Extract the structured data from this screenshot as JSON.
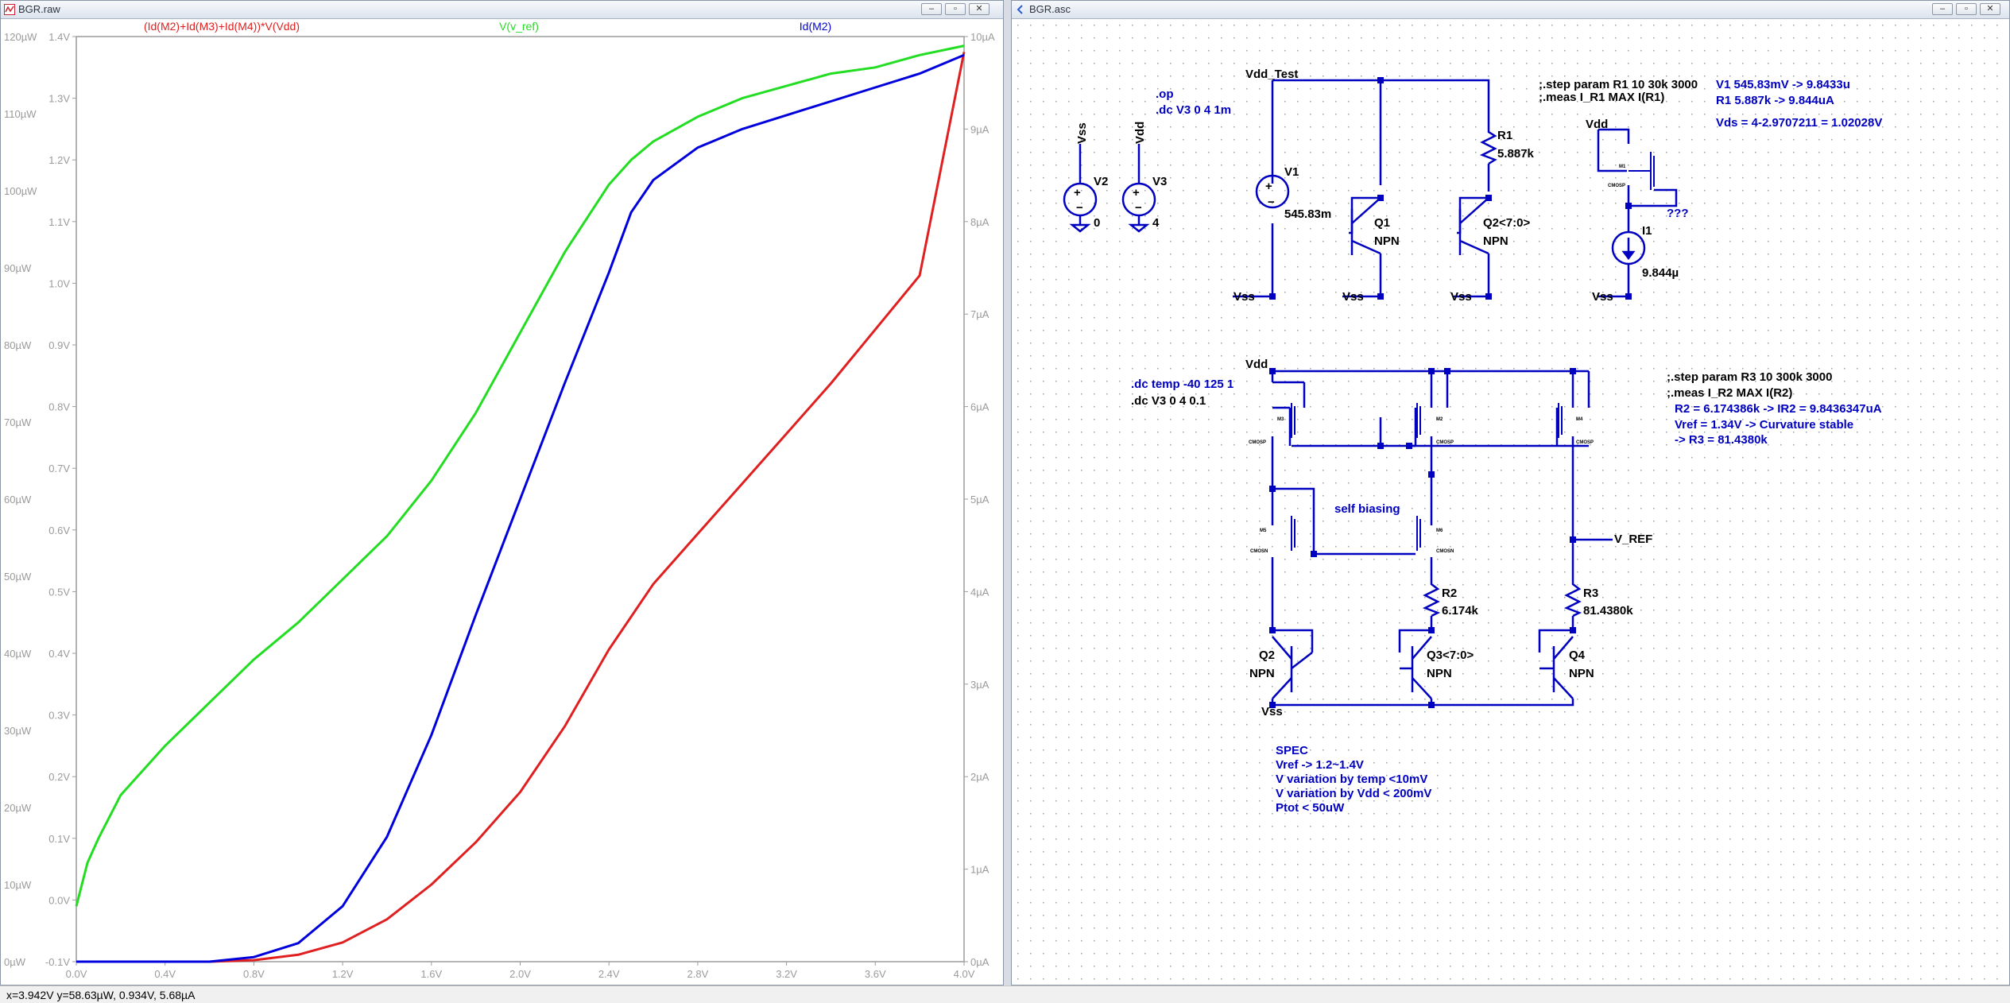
{
  "waveform_window": {
    "title": "BGR.raw",
    "buttons": {
      "minimize": "–",
      "maximize": "▫",
      "close": "✕"
    },
    "legend": [
      {
        "label": "(Id(M2)+Id(M3)+Id(M4))*V(Vdd)",
        "color": "#e02020"
      },
      {
        "label": "V(v_ref)",
        "color": "#22dd22"
      },
      {
        "label": "Id(M2)",
        "color": "#0000dd"
      }
    ]
  },
  "schematic_window": {
    "title": "BGR.asc",
    "buttons": {
      "minimize": "–",
      "maximize": "▫",
      "close": "✕"
    },
    "labels": {
      "vdd_test": "Vdd_Test",
      "op": ".op",
      "dc1": ".dc V3 0 4 1m",
      "vss_top": "Vss",
      "vdd_top": "Vdd",
      "v2": "V2",
      "v2_val": "0",
      "v3": "V3",
      "v3_val": "4",
      "v1": "V1",
      "v1_val": "545.83m",
      "q1": "Q1",
      "q1_type": "NPN",
      "r1": "R1",
      "r1_val": "5.887k",
      "q2top": "Q2<7:0>",
      "q2top_type": "NPN",
      "vss_a": "Vss",
      "vss_b": "Vss",
      "vss_c": "Vss",
      "step1": ";.step param R1 10 30k 3000",
      "meas1": ";.meas I_R1 MAX I(R1)",
      "note1a": "V1 545.83mV -> 9.8433u",
      "note1b": "R1 5.887k -> 9.844uA",
      "note1c": "Vds = 4-2.9707211 = 1.02028V",
      "vdd_m1": "Vdd",
      "m1": "M1",
      "cmosp1": "CMOSP",
      "qqq": "???",
      "i1": "I1",
      "i1_val": "9.844µ",
      "vss_i1": "Vss",
      "dc_temp": ".dc temp -40 125 1",
      "dc2": ".dc V3 0 4 0.1",
      "vdd_bgr": "Vdd",
      "m3": "M3",
      "m2": "M2",
      "m4": "M4",
      "m5": "M5",
      "m6": "M6",
      "cmosp": "CMOSP",
      "cmosn": "CMOSN",
      "self_bias": "self biasing",
      "v_ref": "V_REF",
      "r2": "R2",
      "r2_val": "6.174k",
      "r3": "R3",
      "r3_val": "81.4380k",
      "q2": "Q2",
      "q3": "Q3<7:0>",
      "q4": "Q4",
      "npn": "NPN",
      "vss_bgr": "Vss",
      "step2": ";.step param R3 10 300k 3000",
      "meas2": ";.meas I_R2 MAX I(R2)",
      "note2a": "R2 = 6.174386k -> IR2 = 9.8436347uA",
      "note2b": "Vref = 1.34V -> Curvature stable",
      "note2c": "-> R3 = 81.4380k",
      "spec": "SPEC",
      "spec1": "Vref -> 1.2~1.4V",
      "spec2": "V variation by temp <10mV",
      "spec3": "V variation by Vdd < 200mV",
      "spec4": "Ptot < 50uW"
    }
  },
  "status_bar": {
    "text": "x=3.942V   y=58.63µW, 0.934V, 5.68µA"
  },
  "chart_data": {
    "type": "line",
    "xlabel": "",
    "x_ticks": [
      "0.0V",
      "0.4V",
      "0.8V",
      "1.2V",
      "1.6V",
      "2.0V",
      "2.4V",
      "2.8V",
      "3.2V",
      "3.6V",
      "4.0V"
    ],
    "xlim": [
      0,
      4
    ],
    "left_axis_power_ticks": [
      "0µW",
      "10µW",
      "20µW",
      "30µW",
      "40µW",
      "50µW",
      "60µW",
      "70µW",
      "80µW",
      "90µW",
      "100µW",
      "110µW",
      "120µW"
    ],
    "left_axis_power_lim": [
      0,
      120
    ],
    "left_axis_voltage_ticks": [
      "-0.1V",
      "0.0V",
      "0.1V",
      "0.2V",
      "0.3V",
      "0.4V",
      "0.5V",
      "0.6V",
      "0.7V",
      "0.8V",
      "0.9V",
      "1.0V",
      "1.1V",
      "1.2V",
      "1.3V",
      "1.4V"
    ],
    "left_axis_voltage_lim": [
      -0.1,
      1.4
    ],
    "right_axis_ticks": [
      "0µA",
      "1µA",
      "2µA",
      "3µA",
      "4µA",
      "5µA",
      "6µA",
      "7µA",
      "8µA",
      "9µA",
      "10µA"
    ],
    "right_axis_lim": [
      0,
      10
    ],
    "series": [
      {
        "name": "(Id(M2)+Id(M3)+Id(M4))*V(Vdd)",
        "axis": "power",
        "color": "#e02020",
        "x": [
          0,
          0.6,
          0.8,
          1.0,
          1.2,
          1.4,
          1.6,
          1.8,
          2.0,
          2.2,
          2.4,
          2.6,
          2.8,
          3.0,
          3.2,
          3.4,
          3.6,
          3.8,
          4.0
        ],
        "y": [
          0,
          0,
          0.2,
          0.9,
          2.5,
          5.5,
          10,
          15.5,
          22,
          30.5,
          40.5,
          49,
          55.5,
          62,
          68.5,
          75,
          82,
          89,
          118
        ]
      },
      {
        "name": "V(v_ref)",
        "axis": "voltage",
        "color": "#22dd22",
        "x": [
          0,
          0.05,
          0.1,
          0.2,
          0.4,
          0.6,
          0.8,
          1.0,
          1.2,
          1.4,
          1.6,
          1.8,
          2.0,
          2.2,
          2.4,
          2.5,
          2.6,
          2.8,
          3.0,
          3.2,
          3.4,
          3.6,
          3.8,
          4.0
        ],
        "y": [
          -0.01,
          0.06,
          0.1,
          0.17,
          0.25,
          0.32,
          0.39,
          0.45,
          0.52,
          0.59,
          0.68,
          0.79,
          0.92,
          1.05,
          1.16,
          1.2,
          1.23,
          1.27,
          1.3,
          1.32,
          1.34,
          1.35,
          1.37,
          1.385
        ]
      },
      {
        "name": "Id(M2)",
        "axis": "current",
        "color": "#0000dd",
        "x": [
          0,
          0.6,
          0.8,
          1.0,
          1.2,
          1.4,
          1.6,
          1.8,
          2.0,
          2.2,
          2.4,
          2.5,
          2.6,
          2.8,
          3.0,
          3.2,
          3.4,
          3.6,
          3.8,
          4.0
        ],
        "y": [
          0,
          0,
          0.05,
          0.2,
          0.6,
          1.35,
          2.45,
          3.75,
          5.0,
          6.25,
          7.45,
          8.1,
          8.45,
          8.8,
          9.0,
          9.15,
          9.3,
          9.45,
          9.6,
          9.8
        ]
      }
    ]
  }
}
